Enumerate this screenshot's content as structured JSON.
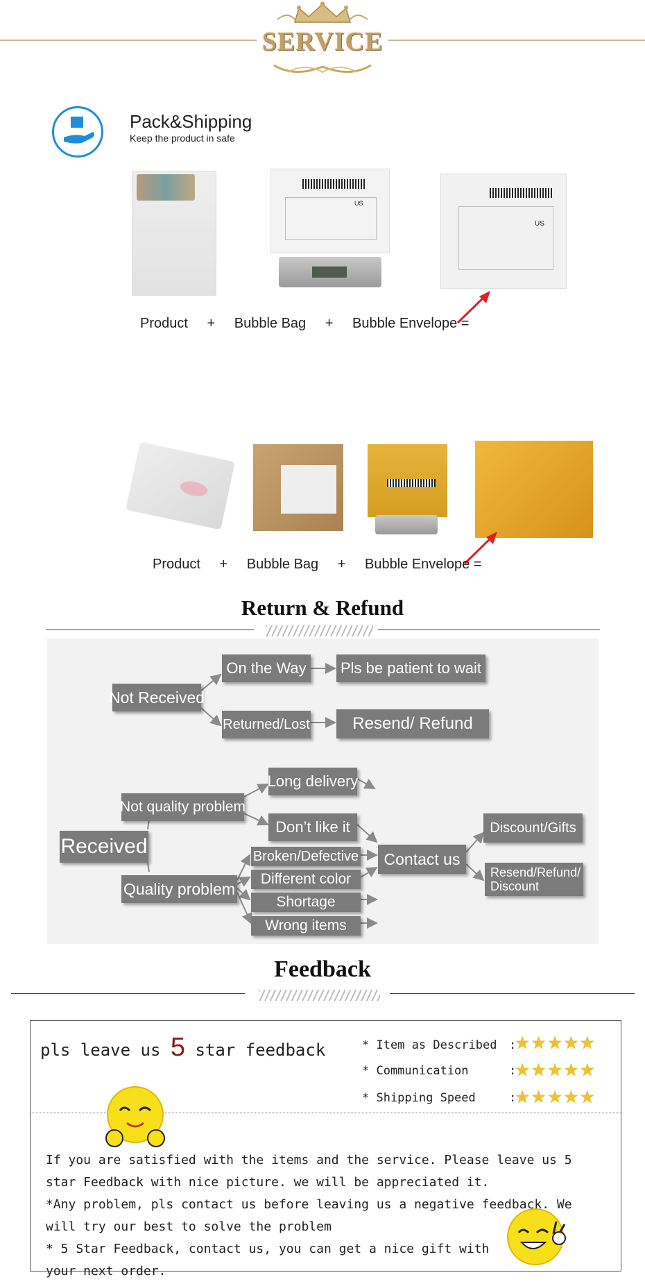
{
  "header": {
    "service_title": "SERVICE"
  },
  "pack": {
    "title": "Pack&Shipping",
    "subtitle": "Keep the product in safe",
    "row1": [
      "Product",
      "+",
      "Bubble Bag",
      "+",
      "Bubble Envelope ="
    ],
    "row2": [
      "Product",
      "+",
      "Bubble Bag",
      "+",
      "Bubble Envelope ="
    ],
    "label_us": "US"
  },
  "refund": {
    "title": "Return & Refund",
    "not_received": "Not Received",
    "on_the_way": "On the Way",
    "be_patient": "Pls be patient to wait",
    "returned_lost": "Returned/Lost",
    "resend_refund": "Resend/ Refund",
    "received": "Received",
    "not_quality": "Not quality problem",
    "long_delivery": "Long delivery",
    "dont_like": "Don’t like it",
    "quality_problem": "Quality problem",
    "broken": "Broken/Defective",
    "diff_color": "Different color",
    "shortage": "Shortage",
    "wrong_items": "Wrong items",
    "contact_us": "Contact us",
    "discount_gifts": "Discount/Gifts",
    "resend_refund_discount_1": "Resend/Refund/",
    "resend_refund_discount_2": "Discount"
  },
  "feedback": {
    "title": "Feedback",
    "headline_pre": "pls leave us",
    "headline_num": "5",
    "headline_post": "star feedback",
    "ratings": [
      {
        "label": "* Item as Described",
        "colon": ":",
        "stars": 5
      },
      {
        "label": "* Communication",
        "colon": ":",
        "stars": 5
      },
      {
        "label": "* Shipping Speed",
        "colon": ":",
        "stars": 5
      }
    ],
    "star_glyphs": "★★★★★",
    "para1": "If you are satisfied with the items and the service. Please leave us 5 star Feedback with nice picture. we will be appreciated it.",
    "para2a": "*Any problem, pls contact us before leaving us a negative feedback. We",
    "para2b": "will try our best to solve  the problem",
    "para3": "* 5 Star Feedback, contact us, you can get a nice gift with your next order."
  },
  "colors": {
    "gold": "#bfa06a",
    "flow_box": "#7b7b7b",
    "star": "#f2c12b",
    "brand_blue": "#1f8ed8",
    "arrow_red": "#e02020"
  },
  "icons": [
    "crown-icon",
    "package-hand-icon",
    "red-arrow-icon",
    "smiley-icon",
    "victory-smiley-icon"
  ]
}
